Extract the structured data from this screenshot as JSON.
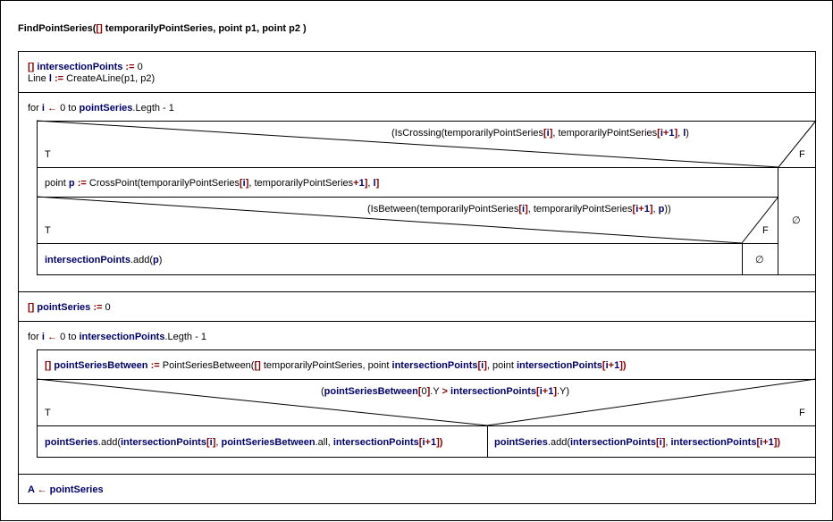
{
  "title": {
    "name": "FindPointSeries(",
    "open_br": "[]",
    "params": " temporarilyPointSeries, point p1, point p2 )"
  },
  "init": {
    "l1_br": "[]",
    "l1_var": " intersectionPoints",
    "l1_assign": " :=",
    "l1_val": " 0",
    "l2_pre": "Line ",
    "l2_var": "l",
    "l2_assign": " :=",
    "l2_val": " CreateALine(p1, p2)"
  },
  "loop1": {
    "for": "for ",
    "i": "i",
    "arrow": " ←",
    "range": " 0 to ",
    "series": "pointSeries",
    "tail": ".Legth - 1"
  },
  "if1": {
    "cond_a": "(IsCrossing(temporarilyPointSeries",
    "cond_b1": "[",
    "cond_i1": "i",
    "cond_b2": "]",
    "cond_c": ", temporarilyPointSeries",
    "cond_b3": "[",
    "cond_i2": "i",
    "cond_plus": "+",
    "cond_one": "1",
    "cond_b4": "]",
    "cond_d": ", ",
    "cond_l": "l",
    "cond_e": ")",
    "t": "T",
    "f": "F",
    "empty": "∅"
  },
  "point_line": {
    "pre": "point ",
    "p": "p",
    "assign": " :=",
    "a": " CrossPoint(temporarilyPointSeries",
    "b1": "[",
    "i": "i",
    "b2": "]",
    "c": ", temporarilyPointSeries",
    "plus": "+",
    "one": "1",
    "b3": "]",
    "d": ", ",
    "l": "l",
    "b4": "]"
  },
  "if2": {
    "a": "(IsBetween(temporarilyPointSeries",
    "b1": "[",
    "i1": "i",
    "b2": "]",
    "c": ", temporarilyPointSeries",
    "b3": "[",
    "i2": "i",
    "plus": "+",
    "one": "1",
    "b4": "]",
    "d": ", ",
    "p": "p",
    "e": "))",
    "t": "T",
    "f": "F",
    "empty": "∅"
  },
  "add_line": {
    "var": "intersectionPoints",
    "a": ".add(",
    "p": "p",
    "e": ")"
  },
  "ps_init": {
    "br": "[]",
    "var": " pointSeries",
    "assign": " :=",
    "val": " 0"
  },
  "loop2": {
    "for": "for ",
    "i": "i",
    "arrow": " ←",
    "range": " 0 to ",
    "series": "intersectionPoints",
    "tail": ".Legth - 1"
  },
  "psb": {
    "br": "[]",
    "var": " pointSeriesBetween",
    "assign": " :=",
    "a": " PointSeriesBetween(",
    "br2": "[]",
    "b": " temporarilyPointSeries, point ",
    "ip1": "intersectionPoints",
    "b1": "[",
    "i1": "i",
    "b2": "]",
    "c": ", point ",
    "ip2": "intersectionPoints",
    "b3": "[",
    "i2": "i",
    "plus": "+",
    "one": "1",
    "b4": "])"
  },
  "if3": {
    "open": "(",
    "psb": "pointSeriesBetween",
    "b1": "[",
    "zero": "0",
    "b2": "]",
    "y": ".Y ",
    "gt": ">",
    "sp": " ",
    "ip": "intersectionPoints",
    "b3": "[",
    "i": "i",
    "plus": "+",
    "one": "1",
    "b4": "]",
    "e": ".Y)",
    "t": "T",
    "f": "F"
  },
  "branch_t": {
    "ps": "pointSeries",
    "a": ".add(",
    "ip1": "intersectionPoints",
    "b1": "[",
    "i1": "i",
    "b2": "]",
    "c": ", ",
    "psb": "pointSeriesBetween",
    "d": ".all, ",
    "ip2": "intersectionPoints",
    "b3": "[",
    "i2": "i",
    "plus": "+",
    "one": "1",
    "b4": "])"
  },
  "branch_f": {
    "ps": "pointSeries",
    "a": ".add(",
    "ip1": "intersectionPoints",
    "b1": "[",
    "i1": "i",
    "b2": "]",
    "c": ", ",
    "ip2": "intersectionPoints",
    "b3": "[",
    "i2": "i",
    "plus": "+",
    "one": "1",
    "b4": "])"
  },
  "result": {
    "a": "A",
    "arrow": " ←",
    "ps": " pointSeries"
  }
}
